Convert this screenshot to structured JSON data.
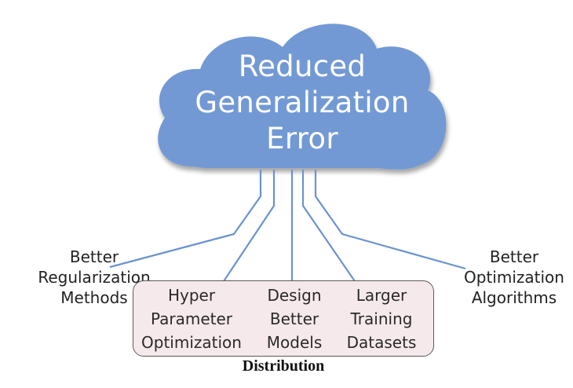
{
  "diagram": {
    "cloud": {
      "lines": [
        "Reduced",
        "Generalization",
        "Error"
      ],
      "fill_color": "#7299d4"
    },
    "connector_color": "#6a93d0",
    "left_label": [
      "Better",
      "Regularization",
      "Methods"
    ],
    "right_label": [
      "Better",
      "Optimization",
      "Algorithms"
    ],
    "box": {
      "fill_color": "#f6e9ec",
      "columns": [
        {
          "lines": [
            "Hyper",
            "Parameter",
            "Optimization"
          ]
        },
        {
          "lines": [
            "Design",
            "Better",
            "Models"
          ]
        },
        {
          "lines": [
            "Larger",
            "Training",
            "Datasets"
          ]
        }
      ],
      "caption": "Distribution"
    }
  }
}
